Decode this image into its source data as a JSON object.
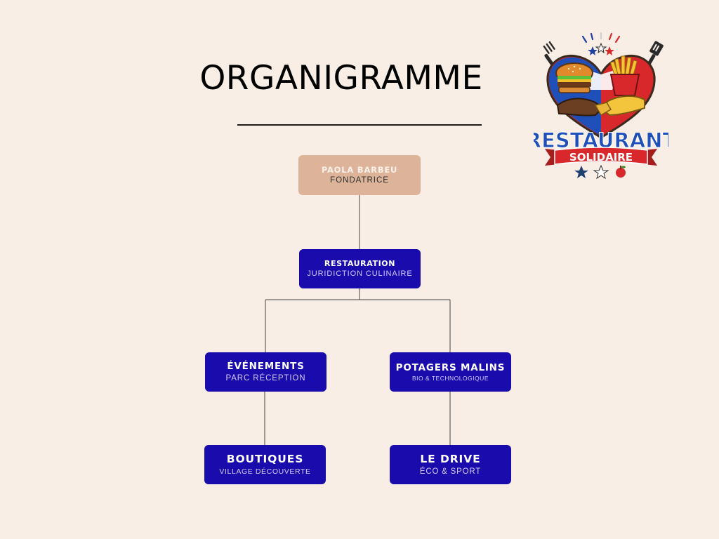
{
  "title": "ORGANIGRAMME",
  "logo": {
    "line1": "RESTAURANT",
    "line2": "SOLIDAIRE"
  },
  "org": {
    "root": {
      "name": "PAOLA BARBEU",
      "role": "FONDATRICE"
    },
    "restauration": {
      "name": "RESTAURATION",
      "role": "JURIDICTION CULINAIRE"
    },
    "evenements": {
      "name": "ÉVÉNEMENTS",
      "role": "PARC RÉCEPTION"
    },
    "potagers": {
      "name": "POTAGERS MALINS",
      "role": "BIO & TECHNOLOGIQUE"
    },
    "boutiques": {
      "name": "BOUTIQUES",
      "role": "VILLAGE DÉCOUVERTE"
    },
    "drive": {
      "name": "LE DRIVE",
      "role": "ÉCO & SPORT"
    }
  },
  "colors": {
    "background": "#f8eee6",
    "root_box": "#ddb49a",
    "unit_box": "#1a0bad",
    "connector": "#444444"
  }
}
